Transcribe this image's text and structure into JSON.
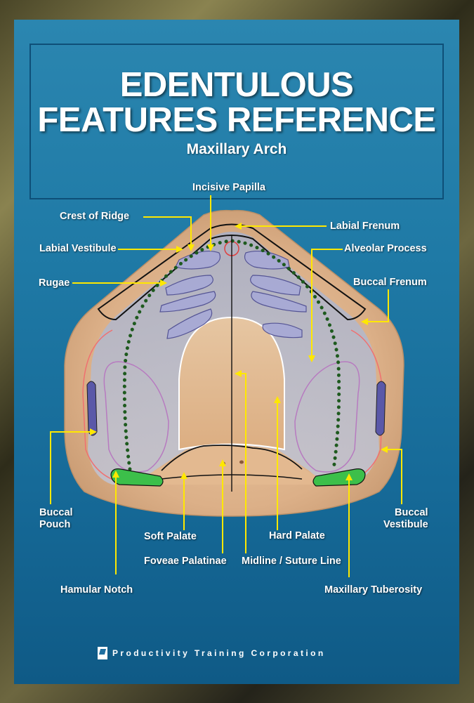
{
  "title_line1": "EDENTULOUS",
  "title_line2": "FEATURES REFERENCE",
  "subtitle": "Maxillary Arch",
  "labels": {
    "incisive_papilla": "Incisive Papilla",
    "crest_of_ridge": "Crest of Ridge",
    "labial_frenum": "Labial Frenum",
    "labial_vestibule": "Labial Vestibule",
    "alveolar_process": "Alveolar Process",
    "rugae": "Rugae",
    "buccal_frenum": "Buccal Frenum",
    "buccal_pouch_1": "Buccal",
    "buccal_pouch_2": "Pouch",
    "buccal_vestibule_1": "Buccal",
    "buccal_vestibule_2": "Vestibule",
    "soft_palate": "Soft Palate",
    "hard_palate": "Hard Palate",
    "foveae_palatinae": "Foveae Palatinae",
    "midline": "Midline / Suture Line",
    "hamular_notch": "Hamular Notch",
    "maxillary_tuberosity": "Maxillary Tuberosity"
  },
  "footer": "Productivity Training Corporation",
  "colors": {
    "poster_blue": "#1f7aa6",
    "leader_line": "#ffe800",
    "crest_dots": "#1e5a1e",
    "rugae_fill": "#8a8fc8",
    "hamular_green": "#3cbf4a"
  }
}
